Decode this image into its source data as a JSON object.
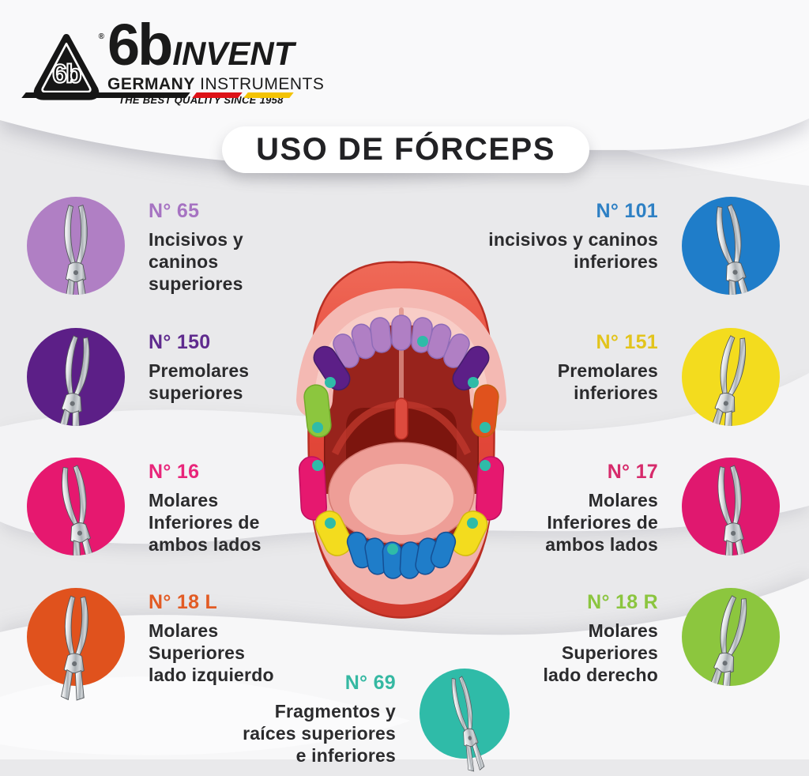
{
  "brand": {
    "monogram": "6b",
    "registered": "®",
    "name_bold": "6b",
    "name_italic": "INVENT",
    "sub_bold": "GERMANY",
    "sub_light": " INSTRUMENTS",
    "tagline": "THE BEST QUALITY SINCE 1958",
    "flag": {
      "black": "#161616",
      "red": "#dd1217",
      "yellow": "#f3c303"
    }
  },
  "title": "USO DE FÓRCEPS",
  "icon_names": {
    "forceps": "forceps-icon",
    "logo": "brand-triangle-logo"
  },
  "items": {
    "left": [
      {
        "number": "N° 65",
        "number_color": "#a673c2",
        "color": "#b07fc4",
        "description": "Incisivos y\ncaninos\nsuperiores"
      },
      {
        "number": "N° 150",
        "number_color": "#5f2b8e",
        "color": "#5c1f87",
        "description": "Premolares\nsuperiores"
      },
      {
        "number": "N° 16",
        "number_color": "#e8257a",
        "color": "#e6186f",
        "description": "Molares\nInferiores de\nambos lados"
      },
      {
        "number": "N° 18 L",
        "number_color": "#e25b24",
        "color": "#e0521d",
        "description": "Molares\nSuperiores\nlado izquierdo"
      }
    ],
    "right": [
      {
        "number": "N° 101",
        "number_color": "#2e80c4",
        "color": "#1f7dc9",
        "description": "incisivos y caninos\ninferiores"
      },
      {
        "number": "N° 151",
        "number_color": "#e2c41c",
        "color": "#f3dc1e",
        "description": "Premolares\ninferiores"
      },
      {
        "number": "N° 17",
        "number_color": "#d62a6b",
        "color": "#e0186f",
        "description": "Molares\nInferiores de\nambos lados"
      },
      {
        "number": "N° 18 R",
        "number_color": "#8bc53f",
        "color": "#8cc63e",
        "description": "Molares\nSuperiores\nlado derecho"
      }
    ],
    "bottom": [
      {
        "number": "N° 69",
        "number_color": "#35b8a2",
        "color": "#2fbba8",
        "description": "Fragmentos y\nraíces superiores\ne inferiores"
      }
    ]
  }
}
